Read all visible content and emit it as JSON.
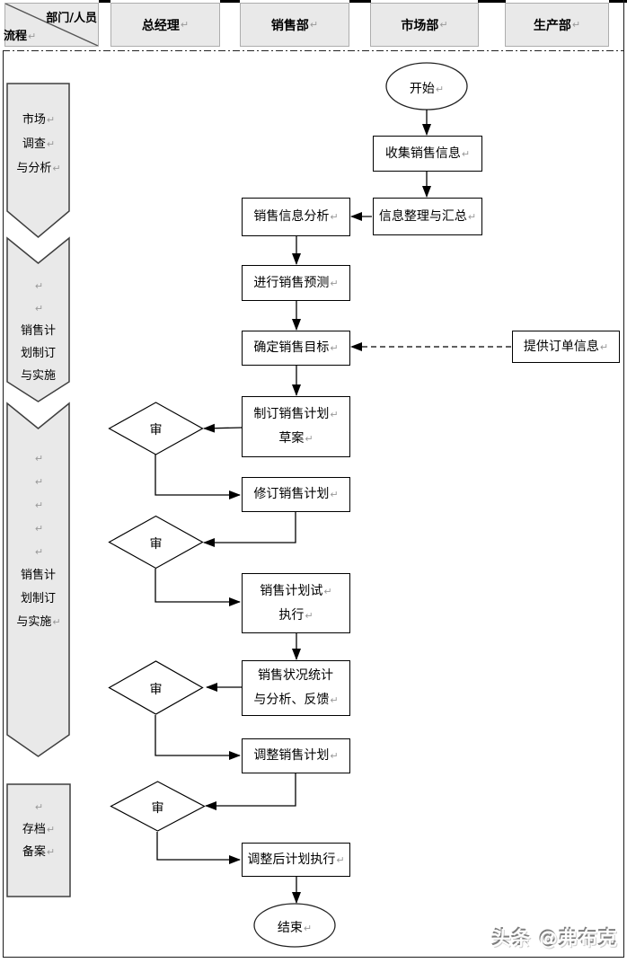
{
  "marks": {
    "return": "↵"
  },
  "header": {
    "corner_top": "部门/人员",
    "corner_bottom": "流程",
    "columns": [
      {
        "label": "总经理"
      },
      {
        "label": "销售部"
      },
      {
        "label": "市场部"
      },
      {
        "label": "生产部"
      }
    ]
  },
  "phases": [
    {
      "name": "市场调查与分析",
      "lines": [
        {
          "text": "市场",
          "mark": "↵"
        },
        {
          "text": "调查",
          "mark": "↵"
        },
        {
          "text": "与分析",
          "mark": "↵"
        }
      ]
    },
    {
      "name": "销售计划制订",
      "lines": [
        {
          "text": "",
          "mark": "↵"
        },
        {
          "text": "",
          "mark": "↵"
        },
        {
          "text": "销售计",
          "mark": ""
        },
        {
          "text": "划制订",
          "mark": ""
        },
        {
          "text": "与实施",
          "mark": ""
        }
      ]
    },
    {
      "name": "销售计划制订与实施",
      "lines": [
        {
          "text": "",
          "mark": "↵"
        },
        {
          "text": "",
          "mark": "↵"
        },
        {
          "text": "",
          "mark": "↵"
        },
        {
          "text": "",
          "mark": "↵"
        },
        {
          "text": "",
          "mark": "↵"
        },
        {
          "text": "销售计",
          "mark": ""
        },
        {
          "text": "划制订",
          "mark": ""
        },
        {
          "text": "与实施",
          "mark": "↵"
        }
      ]
    },
    {
      "name": "存档备案",
      "lines": [
        {
          "text": "",
          "mark": "↵"
        },
        {
          "text": "存档",
          "mark": "↵"
        },
        {
          "text": "备案",
          "mark": "↵"
        }
      ]
    }
  ],
  "flow": {
    "start": {
      "label": "开始",
      "mark": "↵"
    },
    "collect": {
      "label": "收集销售信息",
      "mark": "↵"
    },
    "summarize": {
      "label": "信息整理与汇总",
      "mark": "↵"
    },
    "analyze": {
      "label": "销售信息分析",
      "mark": "↵"
    },
    "forecast": {
      "label": "进行销售预测",
      "mark": "↵"
    },
    "target": {
      "label": "确定销售目标",
      "mark": "↵"
    },
    "order": {
      "label": "提供订单信息",
      "mark": "↵"
    },
    "draft": {
      "line1": "制订销售计划",
      "mark1": "↵",
      "line2": "草案",
      "mark2": "↵"
    },
    "review1": {
      "label": "审"
    },
    "review2": {
      "label": "审"
    },
    "review3": {
      "label": "审"
    },
    "review4": {
      "label": "审"
    },
    "revise": {
      "label": "修订销售计划",
      "mark": "↵"
    },
    "trial": {
      "line1": "销售计划试",
      "mark1": "↵",
      "line2": "执行",
      "mark2": "↵"
    },
    "stats": {
      "line1": "销售状况统计",
      "mark1": "",
      "line2": "与分析、反馈",
      "mark2": "↵"
    },
    "adjust": {
      "label": "调整销售计划",
      "mark": "↵"
    },
    "execute": {
      "label": "调整后计划执行",
      "mark": "↵"
    },
    "end": {
      "label": "结束",
      "mark": "↵"
    }
  },
  "watermark": "头条 @弗布克"
}
